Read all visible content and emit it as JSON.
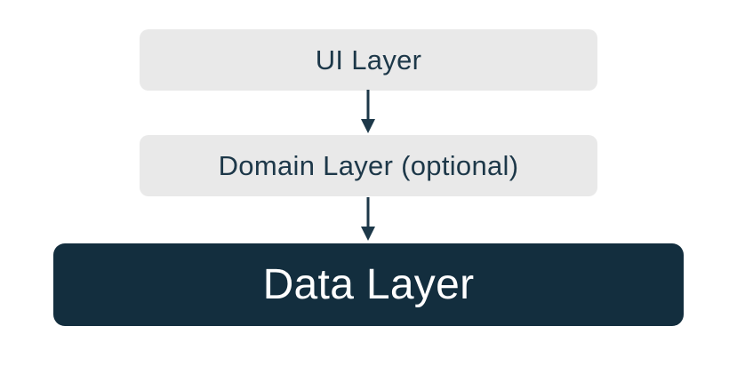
{
  "diagram": {
    "layers": [
      {
        "label": "UI Layer"
      },
      {
        "label": "Domain Layer (optional)"
      },
      {
        "label": "Data Layer"
      }
    ],
    "connections": [
      {
        "from": "UI Layer",
        "to": "Domain Layer (optional)",
        "icon": "arrow-down-icon"
      },
      {
        "from": "Domain Layer (optional)",
        "to": "Data Layer",
        "icon": "arrow-down-icon"
      }
    ]
  },
  "colors": {
    "box-light": "#e9e9e9",
    "box-dark": "#132e3e",
    "text-dark": "#1d3849",
    "text-light": "#ffffff",
    "arrow": "#1d3849",
    "background": "#ffffff"
  }
}
